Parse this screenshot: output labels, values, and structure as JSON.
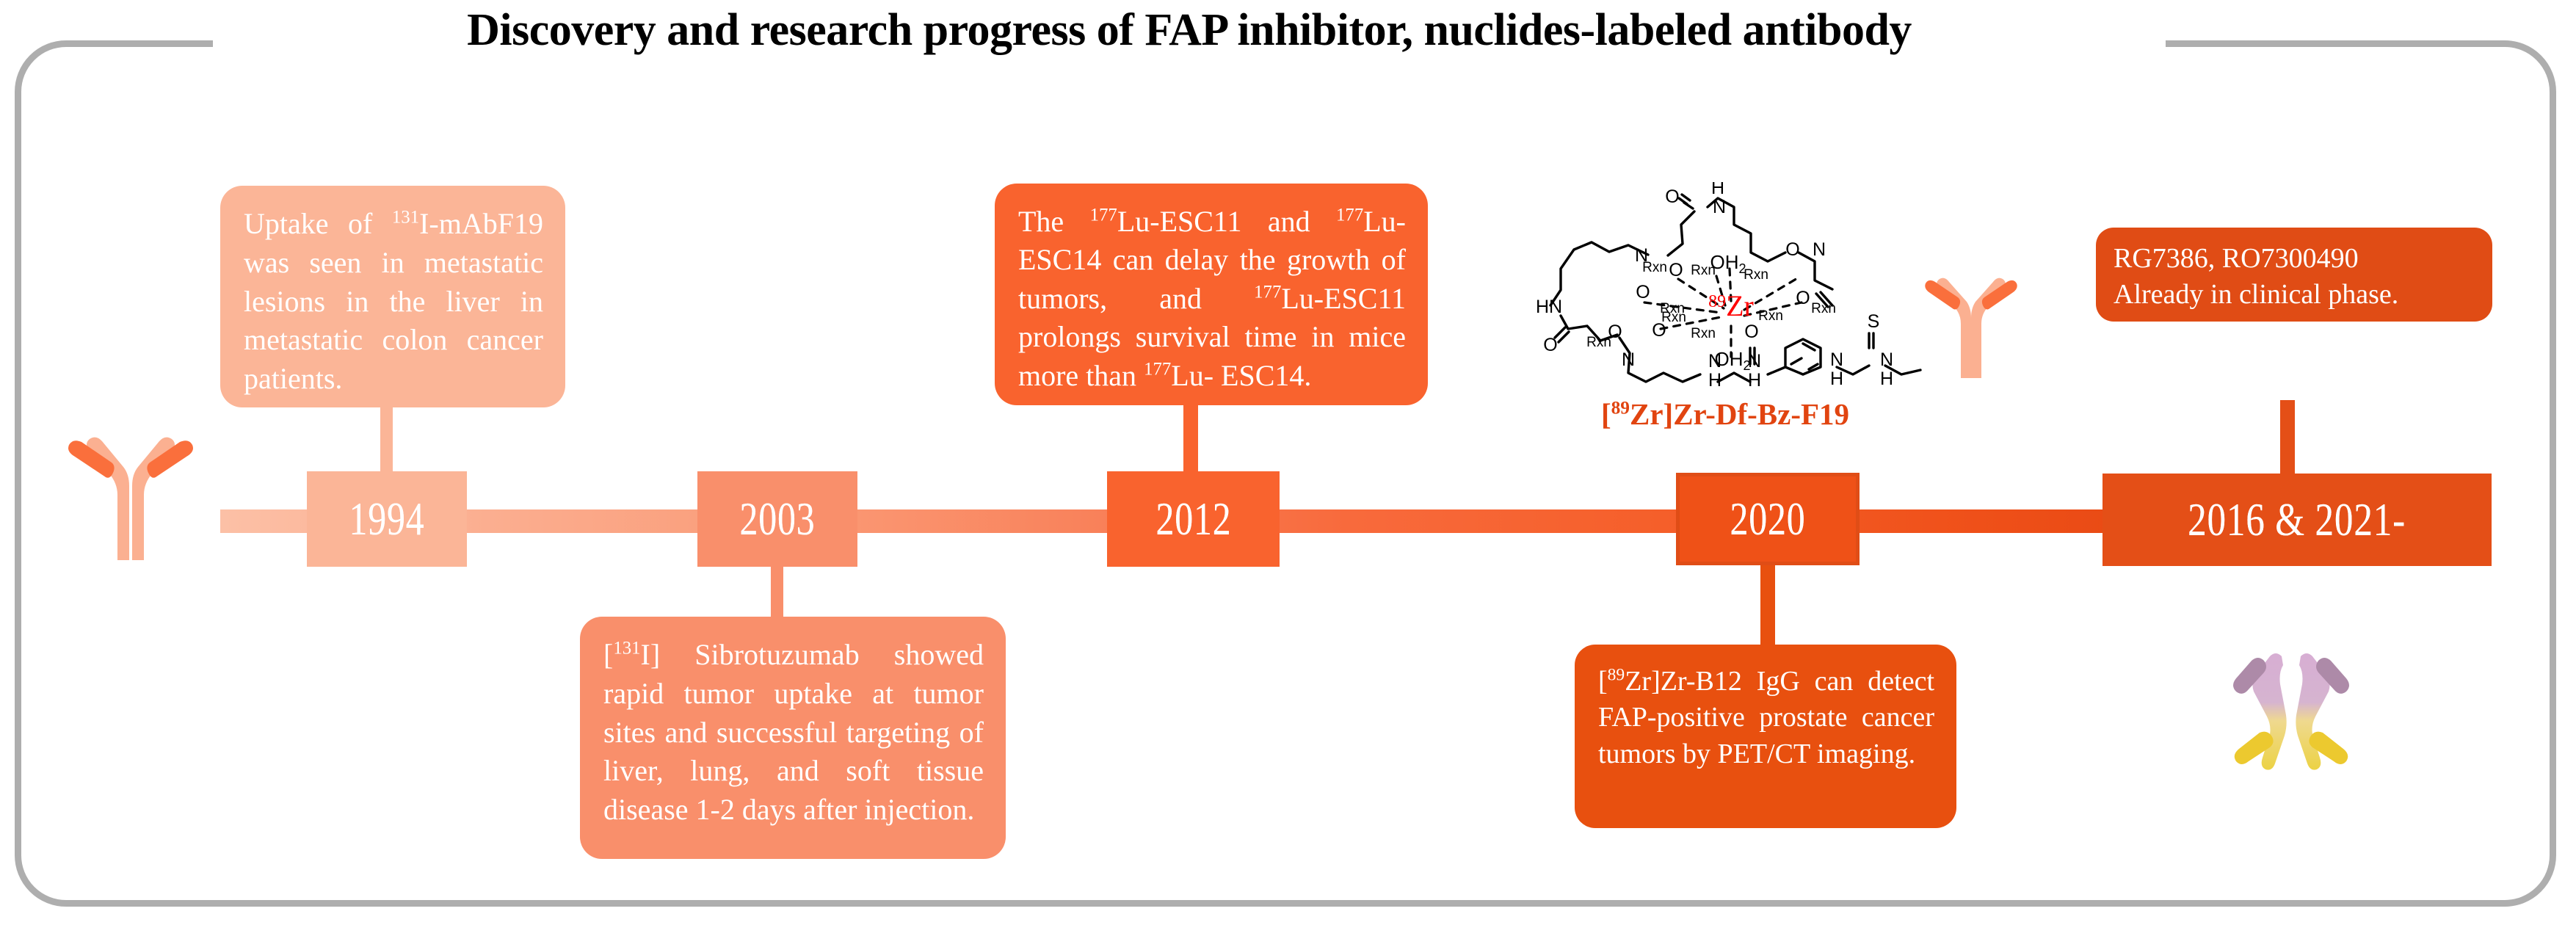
{
  "title": "Discovery and research progress of FAP inhibitor, nuclides-labeled antibody",
  "frame": {
    "border_color": "#aeaeae"
  },
  "timeline": {
    "bar_gradient_from": "#fcc0a6",
    "bar_gradient_to": "#dd4211",
    "markers": [
      {
        "id": "1994",
        "label": "1994",
        "color": "#fbb597"
      },
      {
        "id": "2003",
        "label": "2003",
        "color": "#f98f6b"
      },
      {
        "id": "2012",
        "label": "2012",
        "color": "#f9632e"
      },
      {
        "id": "2020",
        "label": "2020",
        "color": "#ef5117"
      },
      {
        "id": "2016-2021",
        "label": "2016 & 2021-",
        "color": "#e44f17"
      }
    ]
  },
  "cards": {
    "c1994": {
      "color": "#fbb597",
      "text_pre": "Uptake of ",
      "sup": "131",
      "text_post": "I-mAbF19 was seen in metastatic lesions in the liver in metastatic colon cancer patients."
    },
    "c2003": {
      "color": "#f98f6b",
      "text_pre": "[",
      "sup": "131",
      "text_post": "I] Sibrotuzumab showed rapid tumor uptake at tumor sites and successful targeting of liver, lung, and soft tissue disease 1-2 days after injection."
    },
    "c2012": {
      "color": "#f9632e",
      "seg1": "The ",
      "sup1": "177",
      "seg2": "Lu-ESC11 and ",
      "sup2": "177",
      "seg3": "Lu-ESC14 can delay the growth of tumors, and ",
      "sup3": "177",
      "seg4": "Lu-ESC11 prolongs survival time in mice more than ",
      "sup4": "177",
      "seg5": "Lu- ESC14."
    },
    "c2020": {
      "color": "#e8500f",
      "text_pre": "[",
      "sup": "89",
      "text_post": "Zr]Zr-B12 IgG can detect FAP-positive prostate cancer tumors by PET/CT imaging."
    },
    "c2016": {
      "color": "#e04c15",
      "line1": "RG7386, RO7300490",
      "line2": "Already in clinical phase."
    }
  },
  "chemistry": {
    "caption_pre": "[",
    "caption_sup": "89",
    "caption_post": "Zr]Zr-Df-Bz-F19",
    "caption_color": "#e14410",
    "metal_label_sup": "89",
    "metal_label": "Zr",
    "metal_color": "#ff0000",
    "atom_labels": [
      "O",
      "H",
      "N",
      "HN",
      "OH2",
      "OH",
      "S",
      "Rxn"
    ],
    "rxn_label": "Rxn",
    "water_label": "OH",
    "water_sub": "2"
  },
  "icons": {
    "antibody_left_colors": [
      "#fbb091",
      "#fa6f3c"
    ],
    "antibody_chem_colors": [
      "#fbb091",
      "#fa6f3c"
    ],
    "antibody_bispecific_colors": [
      "#c49ac0",
      "#e8cb3c"
    ]
  }
}
